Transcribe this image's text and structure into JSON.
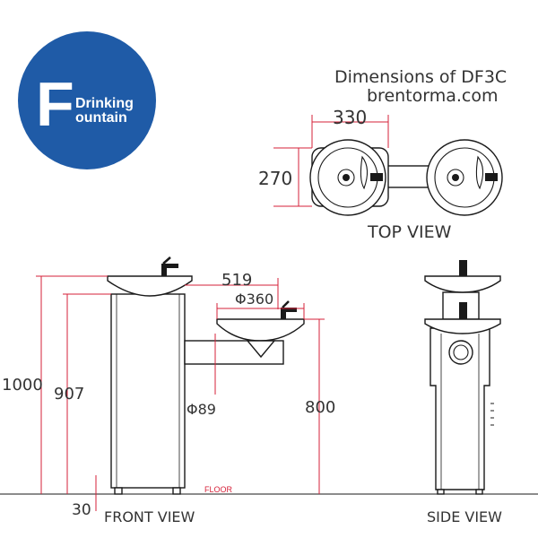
{
  "logo": {
    "letter": "F",
    "word1": "Drinking",
    "word2": "ountain",
    "color": "#1f5ba7"
  },
  "caption": {
    "line1": "Dimensions of DF3C",
    "line2": "brentorma.com"
  },
  "top_view": {
    "label": "TOP VIEW",
    "width_dim": "330",
    "depth_dim": "270"
  },
  "front_view": {
    "label": "FRONT VIEW",
    "height_high": "1000",
    "height_mid": "907",
    "height_low": "800",
    "reach": "519",
    "bowl_dia": "Φ360",
    "arm_dia": "Φ89",
    "clearance": "30",
    "floor": "FLOOR"
  },
  "side_view": {
    "label": "SIDE VIEW"
  },
  "colors": {
    "dimension_line": "#d6223a",
    "logo_blue": "#1f5ba7",
    "ink": "#1a1a1a"
  }
}
